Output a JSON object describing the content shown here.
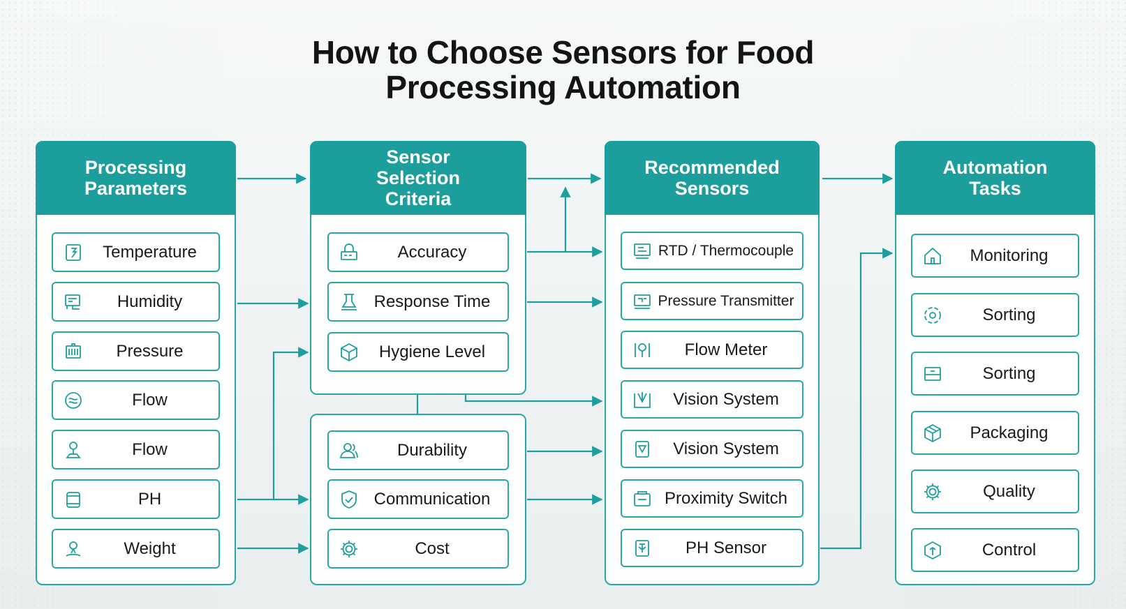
{
  "title_line1": "How to Choose Sensors for Food",
  "title_line2": "Processing Automation",
  "colors": {
    "accent": "#1c9e9c",
    "border": "#2aa6a6",
    "text": "#1a1a1a"
  },
  "columns": {
    "parameters": {
      "header": "Processing\nParameters",
      "items": [
        {
          "label": "Temperature",
          "icon": "thermometer-icon"
        },
        {
          "label": "Humidity",
          "icon": "humidity-gauge-icon"
        },
        {
          "label": "Pressure",
          "icon": "pressure-gauge-icon"
        },
        {
          "label": "Flow",
          "icon": "flow-icon"
        },
        {
          "label": "Flow",
          "icon": "location-pin-icon"
        },
        {
          "label": "PH",
          "icon": "ph-meter-icon"
        },
        {
          "label": "Weight",
          "icon": "scale-pin-icon"
        }
      ]
    },
    "criteria": {
      "header": "Sensor\nSelection\nCriteria",
      "items": [
        {
          "label": "Accuracy",
          "icon": "lock-icon"
        },
        {
          "label": "Response Time",
          "icon": "timer-icon"
        },
        {
          "label": "Hygiene Level",
          "icon": "cube-icon"
        },
        {
          "label": "Durability",
          "icon": "users-icon"
        },
        {
          "label": "Communication",
          "icon": "shield-check-icon"
        },
        {
          "label": "Cost",
          "icon": "gear-icon"
        }
      ]
    },
    "sensors": {
      "header": "Recommended\nSensors",
      "items": [
        {
          "label": "RTD / Thermocouple",
          "icon": "probe-icon"
        },
        {
          "label": "Pressure Transmitter",
          "icon": "transmitter-icon"
        },
        {
          "label": "Flow Meter",
          "icon": "flow-meter-icon"
        },
        {
          "label": "Vision System",
          "icon": "camera-check-icon"
        },
        {
          "label": "Vision System",
          "icon": "vision-icon"
        },
        {
          "label": "Proximity Switch",
          "icon": "switch-icon"
        },
        {
          "label": "PH Sensor",
          "icon": "chip-icon"
        }
      ]
    },
    "tasks": {
      "header": "Automation\nTasks",
      "items": [
        {
          "label": "Monitoring",
          "icon": "home-icon"
        },
        {
          "label": "Sorting",
          "icon": "target-icon"
        },
        {
          "label": "Sorting",
          "icon": "list-card-icon"
        },
        {
          "label": "Packaging",
          "icon": "package-icon"
        },
        {
          "label": "Quality",
          "icon": "gear-icon"
        },
        {
          "label": "Control",
          "icon": "hexagon-icon"
        }
      ]
    }
  }
}
